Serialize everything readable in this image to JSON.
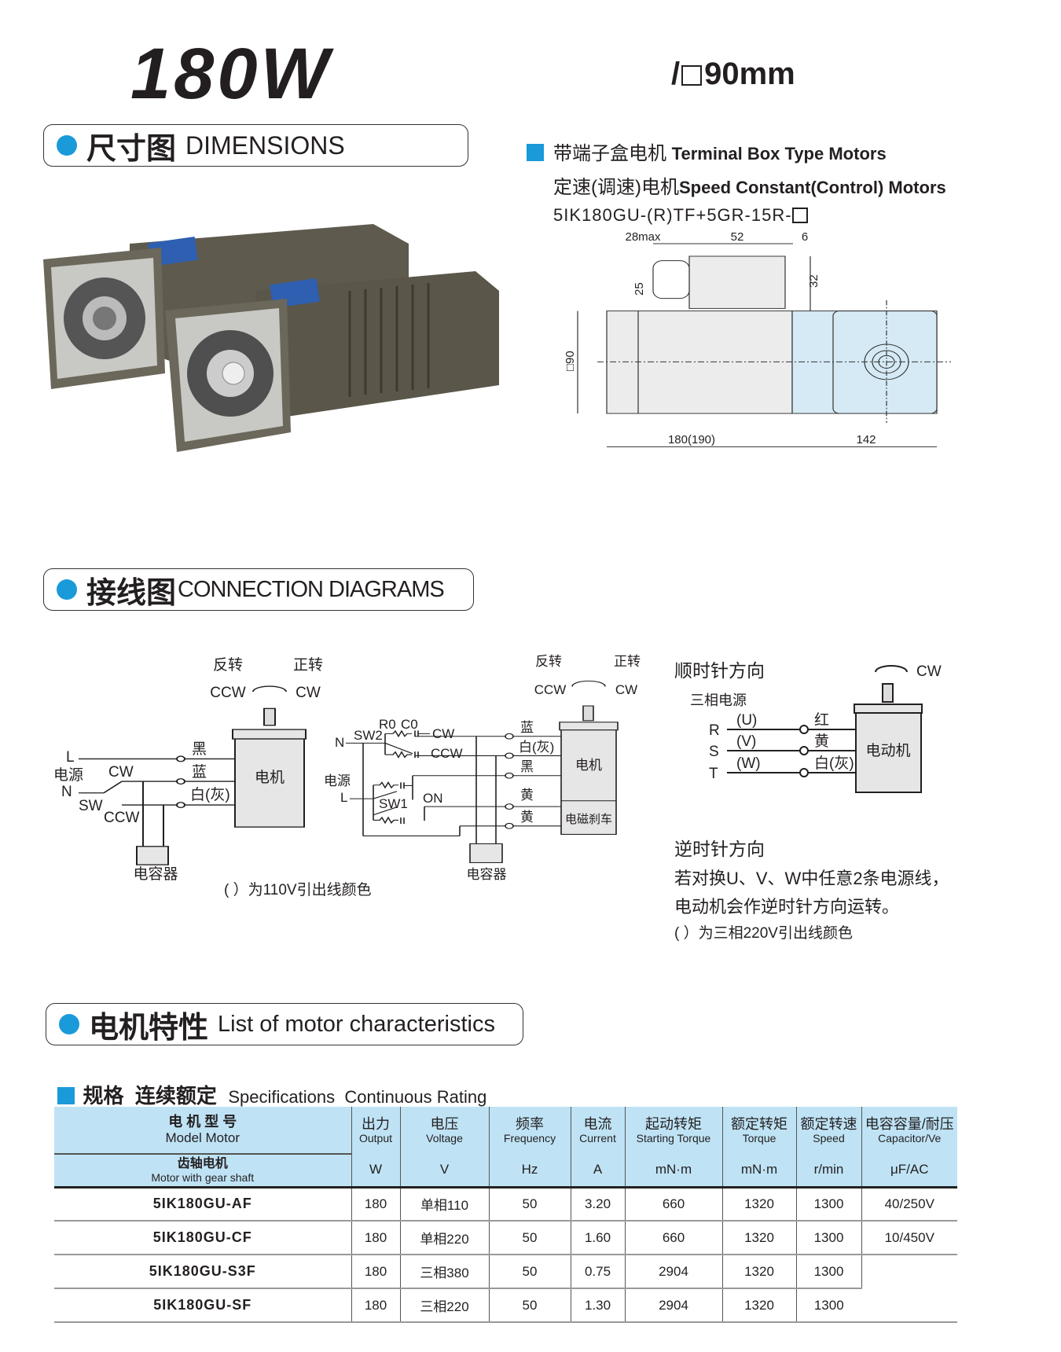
{
  "header": {
    "title": "180W",
    "size_prefix": "/",
    "size_value": "90mm"
  },
  "sections": {
    "dimensions": {
      "cn": "尺寸图",
      "en": "DIMENSIONS"
    },
    "connection": {
      "cn": "接线图",
      "en": "CONNECTION DIAGRAMS"
    },
    "characteristics": {
      "cn": "电机特性",
      "en": "List of motor characteristics"
    }
  },
  "motor_type": {
    "line1_cn": "带端子盒电机",
    "line1_en": "Terminal Box Type Motors",
    "line2_cn": "定速(调速)电机",
    "line2_en": "Speed Constant(Control) Motors",
    "model": "5IK180GU-(R)TF+5GR-15R-"
  },
  "drawing": {
    "d_28max": "28max",
    "d_52": "52",
    "d_6": "6",
    "d_25": "25",
    "d_32": "32",
    "d_90": "□90",
    "d_180": "180(190)",
    "d_142": "142"
  },
  "diagram1": {
    "rev": "反转",
    "fwd": "正转",
    "ccw": "CCW",
    "cw": "CW",
    "L": "L",
    "N": "N",
    "power": "电源",
    "sw": "SW",
    "sw_cw": "CW",
    "sw_ccw": "CCW",
    "black": "黑",
    "blue": "蓝",
    "white": "白(灰)",
    "motor": "电机",
    "capacitor": "电容器",
    "note": "( ）为110V引出线颜色"
  },
  "diagram2": {
    "rev": "反转",
    "fwd": "正转",
    "ccw": "CCW",
    "cw": "CW",
    "N": "N",
    "L": "L",
    "sw2": "SW2",
    "sw1": "SW1",
    "on": "ON",
    "power": "电源",
    "r0": "R0",
    "c0": "C0",
    "cw_label": "CW",
    "ccw_label": "CCW",
    "blue": "蓝",
    "white": "白(灰)",
    "black": "黑",
    "yellow1": "黄",
    "yellow2": "黄",
    "motor": "电机",
    "brake": "电磁刹车",
    "capacitor": "电容器"
  },
  "diagram3": {
    "title_cw": "顺时针方向",
    "supply": "三相电源",
    "R": "R",
    "S": "S",
    "T": "T",
    "U": "(U)",
    "V": "(V)",
    "W": "(W)",
    "red": "红",
    "yellow": "黄",
    "white": "白(灰)",
    "motor": "电动机",
    "cw": "CW",
    "title_ccw": "逆时针方向",
    "text1": "若对换U、V、W中任意2条电源线，",
    "text2": "电动机会作逆时针方向运转。",
    "note": "( ）为三相220V引出线颜色"
  },
  "spec": {
    "cn": "规格  连续额定",
    "en": "Specifications  Continuous Rating"
  },
  "table": {
    "model_cn": "电 机 型 号",
    "model_en": "Model Motor",
    "gear_cn": "齿轴电机",
    "gear_en": "Motor with gear shaft",
    "columns": [
      {
        "cn": "出力",
        "en": "Output",
        "unit": "W"
      },
      {
        "cn": "电压",
        "en": "Voltage",
        "unit": "V"
      },
      {
        "cn": "频率",
        "en": "Frequency",
        "unit": "Hz"
      },
      {
        "cn": "电流",
        "en": "Current",
        "unit": "A"
      },
      {
        "cn": "起动转矩",
        "en": "Starting Torque",
        "unit": "mN·m"
      },
      {
        "cn": "额定转矩",
        "en": "Torque",
        "unit": "mN·m"
      },
      {
        "cn": "额定转速",
        "en": "Speed",
        "unit": "r/min"
      },
      {
        "cn": "电容容量/耐压",
        "en": "Capacitor/Ve",
        "unit": "μF/AC"
      }
    ],
    "rows": [
      {
        "model": "5IK180GU-AF",
        "output": "180",
        "voltage": "单相110",
        "freq": "50",
        "current": "3.20",
        "start": "660",
        "torque": "1320",
        "speed": "1300",
        "cap": "40/250V"
      },
      {
        "model": "5IK180GU-CF",
        "output": "180",
        "voltage": "单相220",
        "freq": "50",
        "current": "1.60",
        "start": "660",
        "torque": "1320",
        "speed": "1300",
        "cap": "10/450V"
      },
      {
        "model": "5IK180GU-S3F",
        "output": "180",
        "voltage": "三相380",
        "freq": "50",
        "current": "0.75",
        "start": "2904",
        "torque": "1320",
        "speed": "1300",
        "cap": ""
      },
      {
        "model": "5IK180GU-SF",
        "output": "180",
        "voltage": "三相220",
        "freq": "50",
        "current": "1.30",
        "start": "2904",
        "torque": "1320",
        "speed": "1300",
        "cap": ""
      }
    ]
  },
  "colors": {
    "accent": "#1a9ad9",
    "table_header": "#bfe3f5",
    "gear_head": "#d5eaf5"
  }
}
